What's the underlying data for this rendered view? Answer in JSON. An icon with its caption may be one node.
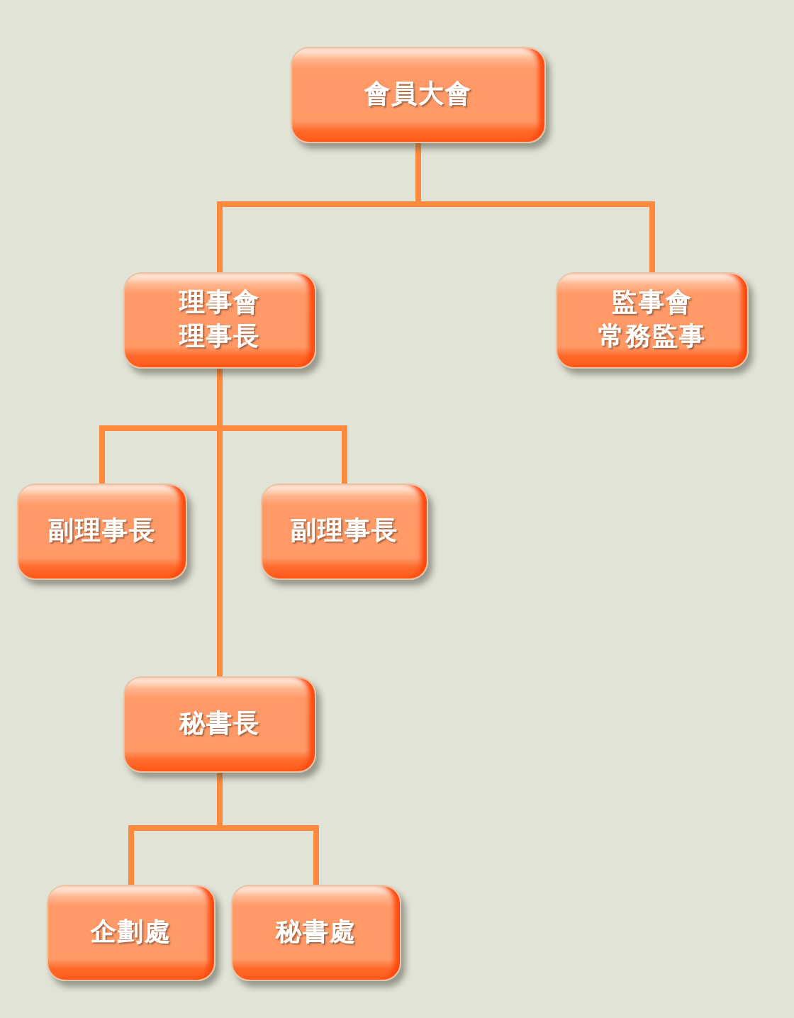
{
  "diagram": {
    "nodes": [
      {
        "text": [
          "會員大會"
        ]
      },
      {
        "text": [
          "理事會",
          "理事長"
        ]
      },
      {
        "text": [
          "監事會",
          "常務監事"
        ]
      },
      {
        "text": [
          "副理事長"
        ]
      },
      {
        "text": [
          "副理事長"
        ]
      },
      {
        "text": [
          "秘書長"
        ]
      },
      {
        "text": [
          "企劃處"
        ]
      },
      {
        "text": [
          "秘書處"
        ]
      }
    ],
    "edges": [
      {
        "from": 0,
        "to": 1,
        "arrow": "none"
      },
      {
        "from": 0,
        "to": 2,
        "arrow": "none"
      },
      {
        "from": 1,
        "to": 3,
        "arrow": "none"
      },
      {
        "from": 1,
        "to": 4,
        "arrow": "none"
      },
      {
        "from": 1,
        "to": 5,
        "arrow": "none"
      },
      {
        "from": 5,
        "to": 6,
        "arrow": "none"
      },
      {
        "from": 5,
        "to": 7,
        "arrow": "none"
      }
    ]
  }
}
